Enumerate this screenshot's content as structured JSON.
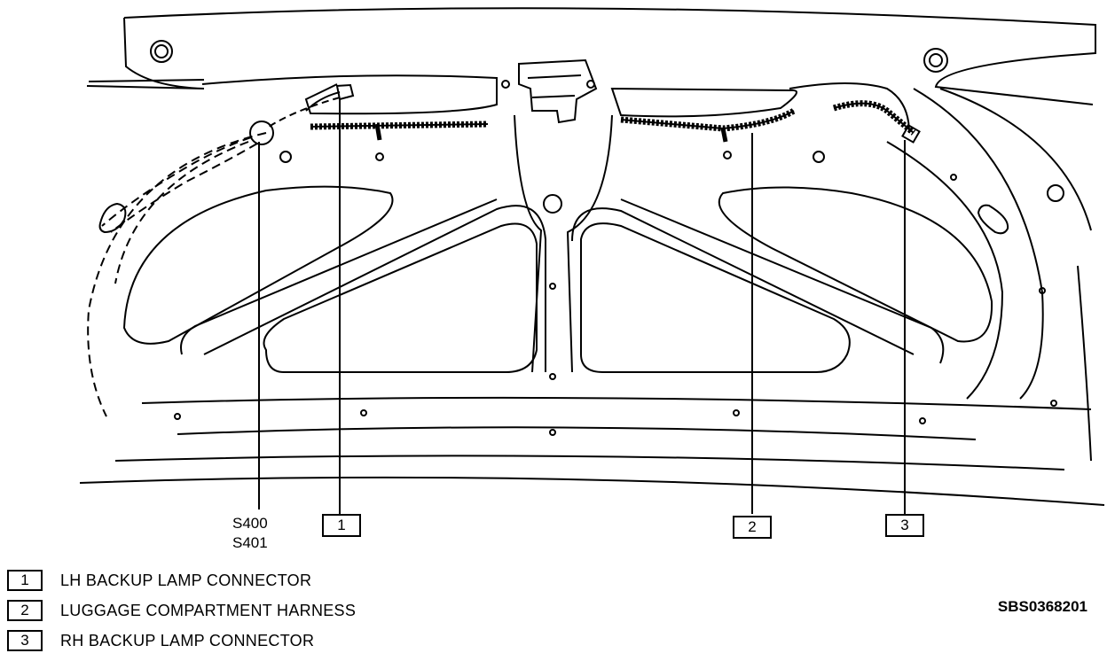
{
  "splice": {
    "line1": "S400",
    "line2": "S401"
  },
  "callouts": [
    "1",
    "2",
    "3"
  ],
  "legend": [
    {
      "number": "1",
      "label": "LH BACKUP LAMP CONNECTOR"
    },
    {
      "number": "2",
      "label": "LUGGAGE COMPARTMENT HARNESS"
    },
    {
      "number": "3",
      "label": "RH BACKUP LAMP CONNECTOR"
    }
  ],
  "figure_code": "SBS0368201"
}
